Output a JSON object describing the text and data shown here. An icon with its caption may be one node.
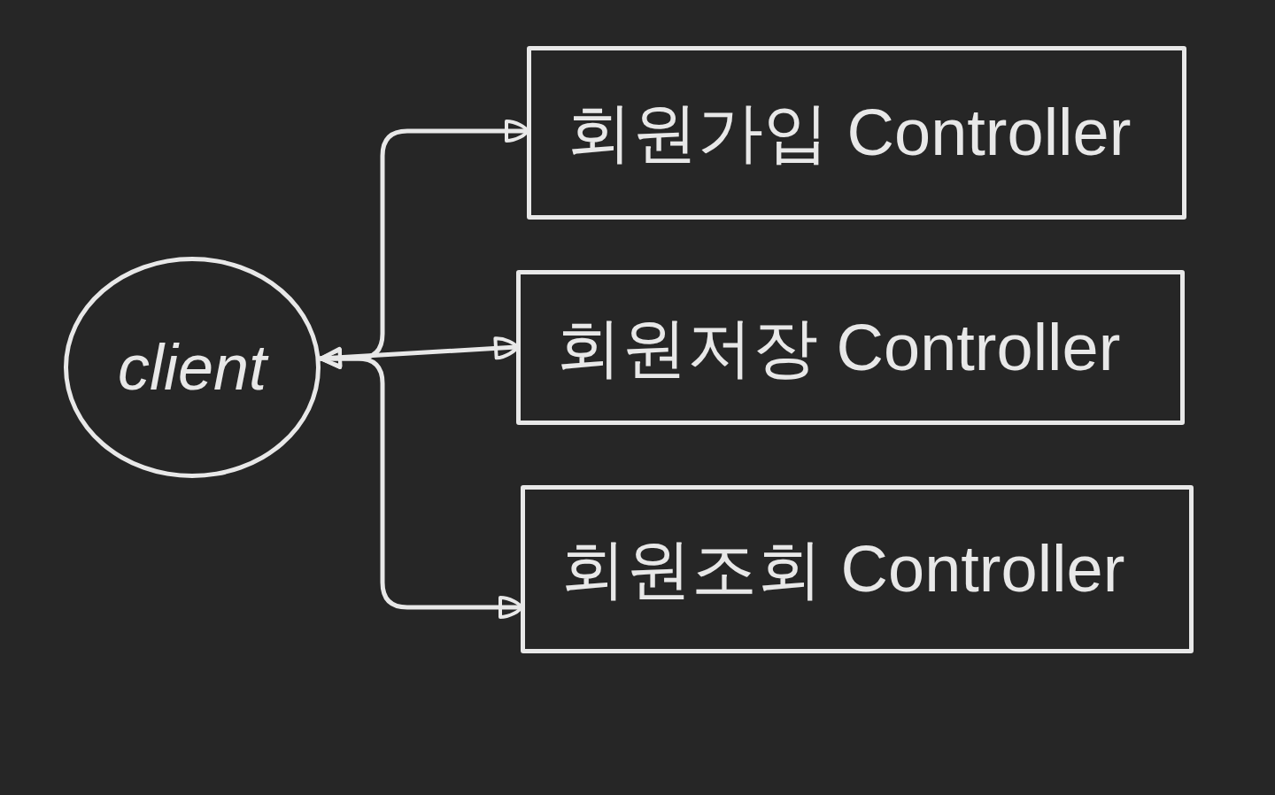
{
  "diagram": {
    "nodes": [
      {
        "text": [
          "client"
        ]
      },
      {
        "text": [
          "회원가입 Controller"
        ]
      },
      {
        "text": [
          "회원저장 Controller"
        ]
      },
      {
        "text": [
          "회원조회 Controller"
        ]
      }
    ],
    "edges": [
      {
        "from": 0,
        "to": 1,
        "arrow": "both"
      },
      {
        "from": 0,
        "to": 2,
        "arrow": "both"
      },
      {
        "from": 0,
        "to": 3,
        "arrow": "both"
      }
    ]
  }
}
